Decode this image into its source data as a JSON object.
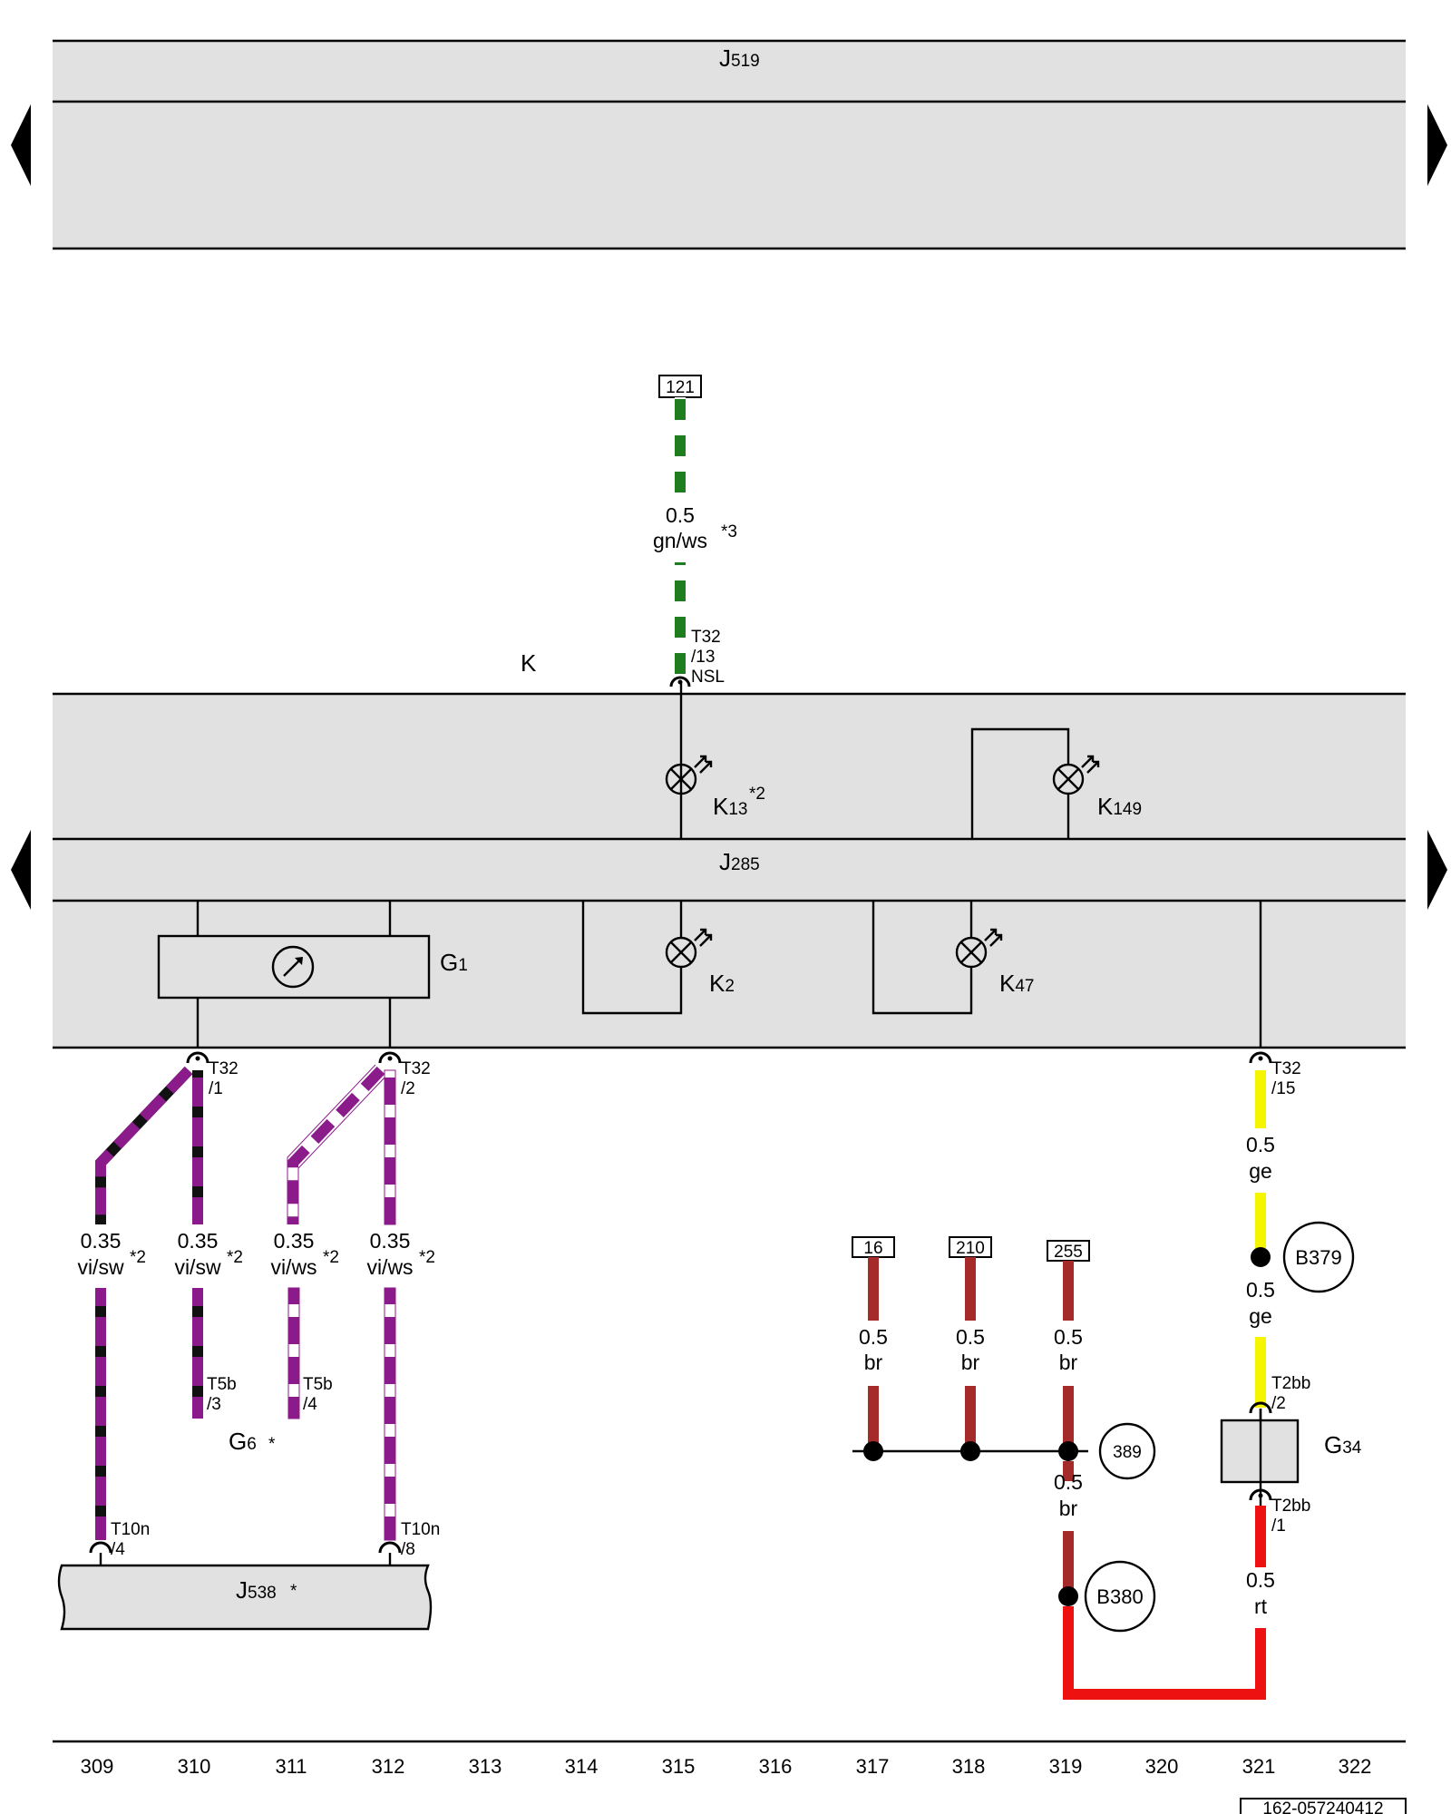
{
  "modules": {
    "j519": {
      "label": "J",
      "sub": "519"
    },
    "k": {
      "label": "K"
    },
    "j285": {
      "label": "J",
      "sub": "285"
    },
    "j538": {
      "label": "J",
      "sub": "538",
      "mark": "*"
    }
  },
  "components": {
    "g1": {
      "label": "G",
      "sub": "1"
    },
    "g6": {
      "label": "G",
      "sub": "6",
      "mark": "*"
    },
    "g34": {
      "label": "G",
      "sub": "34"
    },
    "k13": {
      "label": "K",
      "sub": "13",
      "note": "*2"
    },
    "k149": {
      "label": "K",
      "sub": "149"
    },
    "k2": {
      "label": "K",
      "sub": "2"
    },
    "k47": {
      "label": "K",
      "sub": "47"
    }
  },
  "refs": {
    "r121": "121",
    "r16": "16",
    "r210": "210",
    "r255": "255"
  },
  "points": {
    "b379": "B379",
    "b380": "B380",
    "p389": "389"
  },
  "wires": {
    "w_gnws": {
      "size": "0.5",
      "color": "gn/ws",
      "note": "*3"
    },
    "w_vi_sw_1": {
      "size": "0.35",
      "color": "vi/sw",
      "note": "*2"
    },
    "w_vi_sw_2": {
      "size": "0.35",
      "color": "vi/sw",
      "note": "*2"
    },
    "w_vi_ws_1": {
      "size": "0.35",
      "color": "vi/ws",
      "note": "*2"
    },
    "w_vi_ws_2": {
      "size": "0.35",
      "color": "vi/ws",
      "note": "*2"
    },
    "w_br_317": {
      "size": "0.5",
      "color": "br"
    },
    "w_br_318": {
      "size": "0.5",
      "color": "br"
    },
    "w_br_319": {
      "size": "0.5",
      "color": "br"
    },
    "w_br_319b": {
      "size": "0.5",
      "color": "br"
    },
    "w_ge_1": {
      "size": "0.5",
      "color": "ge"
    },
    "w_ge_2": {
      "size": "0.5",
      "color": "ge"
    },
    "w_rt": {
      "size": "0.5",
      "color": "rt"
    }
  },
  "connectors": {
    "t32_13": {
      "a": "T32",
      "b": "/13",
      "c": "NSL"
    },
    "t32_1": {
      "a": "T32",
      "b": "/1"
    },
    "t32_2": {
      "a": "T32",
      "b": "/2"
    },
    "t32_15": {
      "a": "T32",
      "b": "/15"
    },
    "t5b_3": {
      "a": "T5b",
      "b": "/3"
    },
    "t5b_4": {
      "a": "T5b",
      "b": "/4"
    },
    "t10n_4": {
      "a": "T10n",
      "b": "/4"
    },
    "t10n_8": {
      "a": "T10n",
      "b": "/8"
    },
    "t2bb_2": {
      "a": "T2bb",
      "b": "/2"
    },
    "t2bb_1": {
      "a": "T2bb",
      "b": "/1"
    }
  },
  "colors": {
    "module_fill": "#e1e1e1",
    "green": "#1e7d1e",
    "violet": "#8b1a8b",
    "brown": "#a52a2a",
    "yellow": "#f5f500",
    "red": "#ee1111"
  },
  "footer": {
    "columns": [
      "309",
      "310",
      "311",
      "312",
      "313",
      "314",
      "315",
      "316",
      "317",
      "318",
      "319",
      "320",
      "321",
      "322"
    ],
    "doc_id": "162-057240412"
  }
}
